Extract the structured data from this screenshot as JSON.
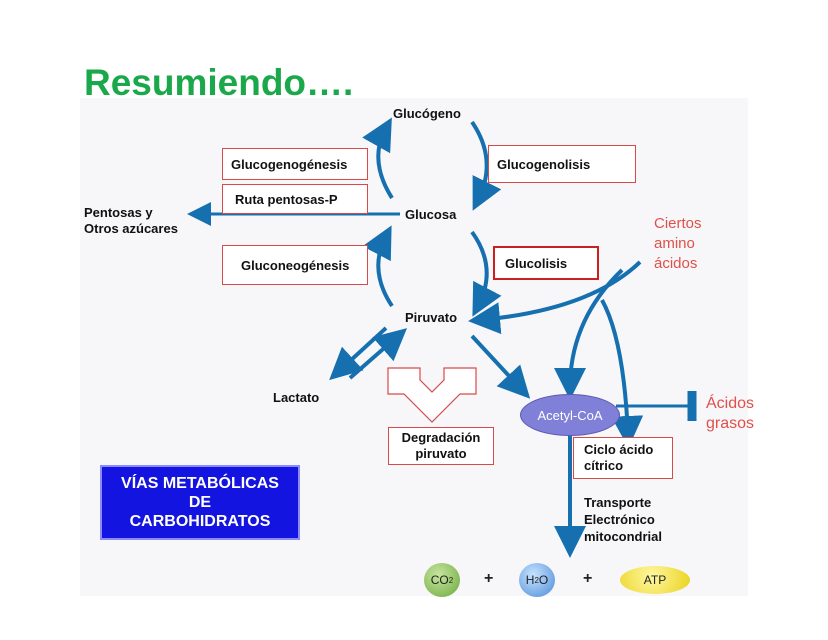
{
  "title": "Resumiendo….",
  "nodes": {
    "glucogeno": "Glucógeno",
    "glucosa": "Glucosa",
    "piruvato": "Piruvato",
    "lactato": "Lactato",
    "pentosas": "Pentosas y\nOtros azúcares"
  },
  "boxes": {
    "glucogenogenesis": "Glucogenogénesis",
    "ruta_pentosas": "Ruta pentosas-P",
    "glucogenolisis": "Glucogenolisis",
    "gluconeogenesis": "Gluconeogénesis",
    "glucolisis": "Glucolisis",
    "degradacion": "Degradación\npiruvato",
    "ciclo": "Ciclo ácido\ncítrico"
  },
  "side_labels": {
    "ciertos_amino": "Ciertos\namino\nácidos",
    "acidos_grasos": "Ácidos\ngrasos",
    "transporte": "Transporte\nElectrónico\nmitocondrial"
  },
  "acetyl": "Acetyl-CoA",
  "vias": [
    "VÍAS METABÓLICAS",
    "DE",
    "CARBOHIDRATOS"
  ],
  "products": {
    "co2": "CO",
    "co2_sub": "2",
    "h2o_a": "H",
    "h2o_sub": "2",
    "h2o_b": "O",
    "atp": "ATP",
    "plus": "+"
  },
  "colors": {
    "arrow": "#1670b0",
    "title": "#1aa84a",
    "box_border": "#d84a4a",
    "highlight_border": "#cc1f1f",
    "red_text": "#e0504a",
    "acetyl_fill": "#8080d8",
    "vias_fill": "#1414e0"
  }
}
